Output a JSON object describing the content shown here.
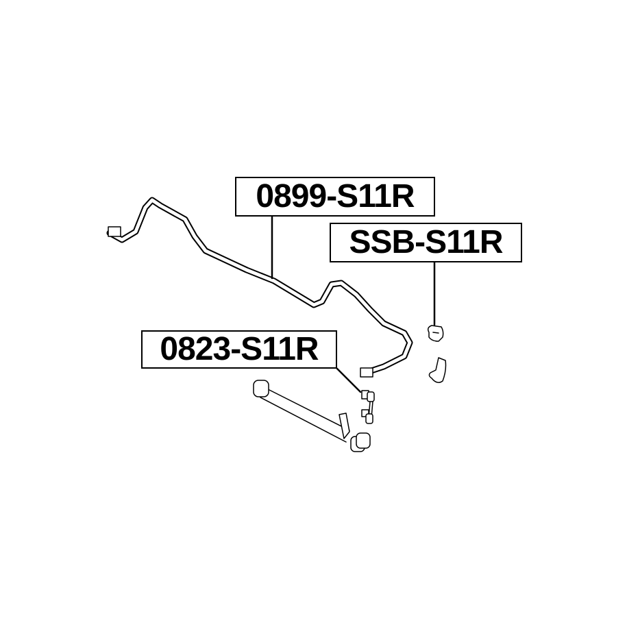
{
  "labels": {
    "stabilizer_bar": "0899-S11R",
    "stabilizer_bushing": "SSB-S11R",
    "stabilizer_link": "0823-S11R"
  },
  "colors": {
    "ink": "#000000",
    "background": "#ffffff"
  }
}
